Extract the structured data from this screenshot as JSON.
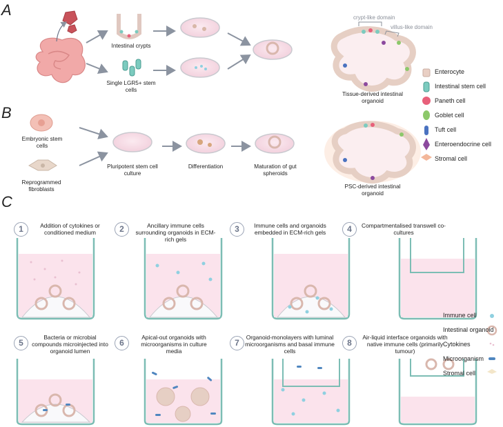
{
  "panels": {
    "a": "A",
    "b": "B",
    "c": "C"
  },
  "sectionA": {
    "crypts_label": "Intestinal crypts",
    "stem_label": "Single LGR5+ stem cells",
    "organoid_label": "Tissue-derived  intestinal organoid",
    "crypt_domain": "crypt-like domain",
    "villus_domain": "villus-like domain"
  },
  "sectionB": {
    "embryonic": "Embryonic stem cells",
    "fibroblasts": "Reprogrammed fibroblasts",
    "pluripotent": "Pluripotent stem cell culture",
    "differentiation": "Differentiation",
    "maturation": "Maturation of gut spheroids",
    "psc_organoid": "PSC-derived intestinal organoid"
  },
  "legend_cells": [
    {
      "label": "Enterocyte",
      "color": "#e9cfc4"
    },
    {
      "label": "Intestinal stem cell",
      "color": "#7ccbbf"
    },
    {
      "label": "Paneth cell",
      "color": "#e8607a"
    },
    {
      "label": "Goblet cell",
      "color": "#8cc86a"
    },
    {
      "label": "Tuft cell",
      "color": "#4a72c0"
    },
    {
      "label": "Enteroendocrine cell",
      "color": "#8c4a9e"
    },
    {
      "label": "Stromal cell",
      "color": "#f3b79a"
    }
  ],
  "legend_c": [
    {
      "label": "Immune cell"
    },
    {
      "label": "Intestinal organoid"
    },
    {
      "label": "Cytokines"
    },
    {
      "label": "Microorganism"
    },
    {
      "label": "Stromal cell"
    }
  ],
  "models": [
    {
      "n": "1",
      "text": "Addition of cytokines or conditioned medium"
    },
    {
      "n": "2",
      "text": "Ancillary immune cells surrounding organoids in ECM-rich gels"
    },
    {
      "n": "3",
      "text": "Immune cells and organoids embedded in ECM-rich gels"
    },
    {
      "n": "4",
      "text": "Compartmentalised transwell co-cultures"
    },
    {
      "n": "5",
      "text": "Bacteria or microbial compounds microinjected into organoid lumen"
    },
    {
      "n": "6",
      "text": "Apical-out organoids with microorganisms in culture media"
    },
    {
      "n": "7",
      "text": "Organoid-monolayers with luminal microorganisms and basal immune cells"
    },
    {
      "n": "8",
      "text": "Air-liquid interface organoids with native immune cells (primarily tumour)"
    }
  ],
  "colors": {
    "accent": "#9aa3b5",
    "medium": "#fbe3ec",
    "immune": "#8fd0e0",
    "microbe": "#4f86bf",
    "organoid": "#d9b7ad"
  }
}
